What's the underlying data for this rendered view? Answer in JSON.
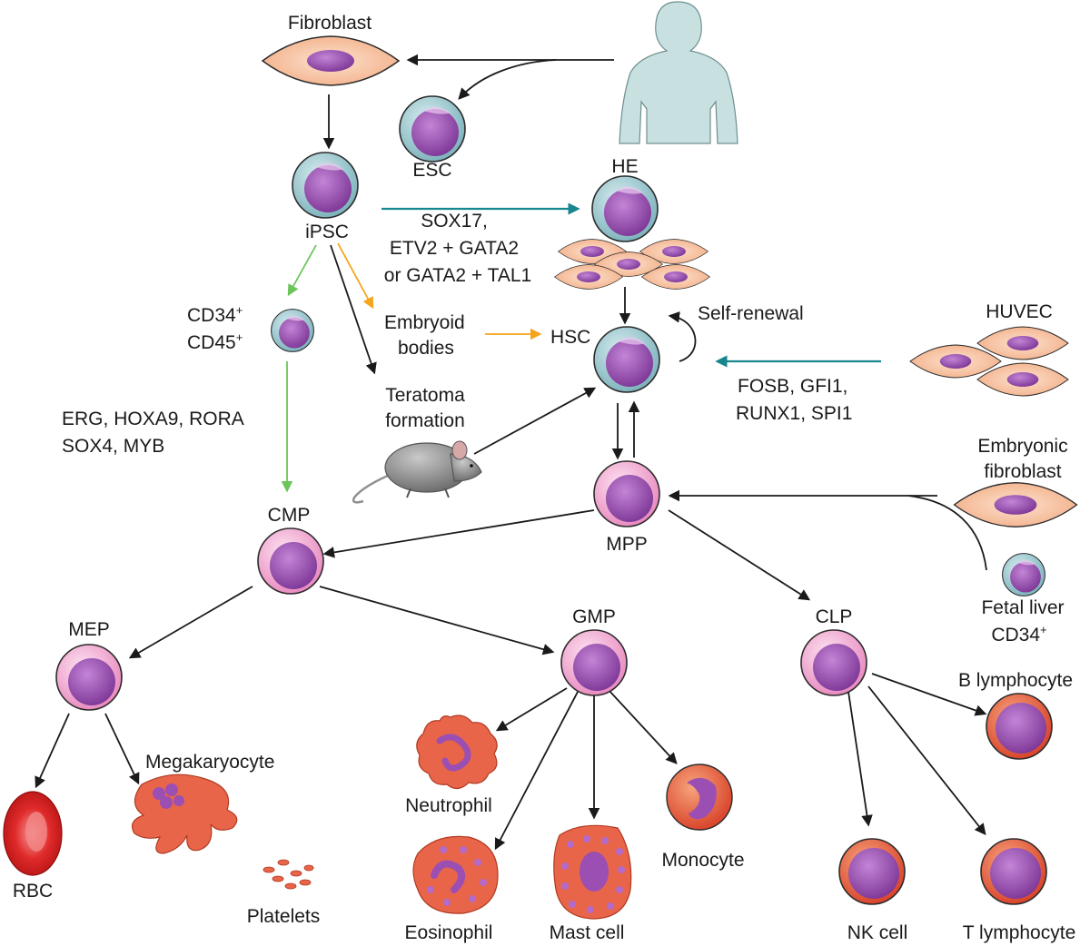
{
  "labels": {
    "fibroblast": "Fibroblast",
    "esc": "ESC",
    "ipsc": "iPSC",
    "he": "HE",
    "cd34": "CD34",
    "cd45": "CD45",
    "plus": "+",
    "embryoid_1": "Embryoid",
    "embryoid_2": "bodies",
    "hsc": "HSC",
    "self_renewal": "Self-renewal",
    "huvec": "HUVEC",
    "teratoma_1": "Teratoma",
    "teratoma_2": "formation",
    "embryonic_1": "Embryonic",
    "embryonic_2": "fibroblast",
    "cmp": "CMP",
    "mpp": "MPP",
    "fetal_1": "Fetal liver",
    "fetal_2": "CD34",
    "mep": "MEP",
    "gmp": "GMP",
    "clp": "CLP",
    "b_lymphocyte": "B lymphocyte",
    "megakaryocyte": "Megakaryocyte",
    "neutrophil": "Neutrophil",
    "monocyte": "Monocyte",
    "rbc": "RBC",
    "platelets": "Platelets",
    "eosinophil": "Eosinophil",
    "mast_cell": "Mast cell",
    "nk_cell": "NK cell",
    "t_lymphocyte": "T lymphocyte"
  },
  "factors": {
    "sox17": "SOX17",
    "comma": ",",
    "etv2": "ETV2",
    "plus_sep": " + ",
    "gata2": "GATA2",
    "or_word": "or ",
    "tal1": "TAL1",
    "erg": "ERG",
    "hoxa9": "HOXA9",
    "rora": "RORA",
    "sox4": "SOX4",
    "myb": "MYB",
    "sep": ", ",
    "fosb": "FOSB",
    "gfi1": "GFI1",
    "runx1": "RUNX1",
    "spi1": "SPI1"
  },
  "colors": {
    "teal_arrow": "#17868f",
    "green_arrow": "#6cc45a",
    "orange_arrow": "#f5a51c",
    "black_arrow": "#1a1a1a",
    "stem_cell_membrane": "#9cc8cf",
    "progenitor_membrane": "#f4a6cf",
    "nucleus": "#9b4fb3",
    "fibroblast": "#f7c7a6",
    "mature_cell": "#e8654a",
    "human_silhouette": "#c8e1e0",
    "mouse": "#8f8f8f"
  },
  "icons": [
    "human-silhouette-icon",
    "mouse-icon",
    "fibroblast-icon",
    "stem-cell-icon",
    "progenitor-cell-icon",
    "mature-cell-icon"
  ]
}
